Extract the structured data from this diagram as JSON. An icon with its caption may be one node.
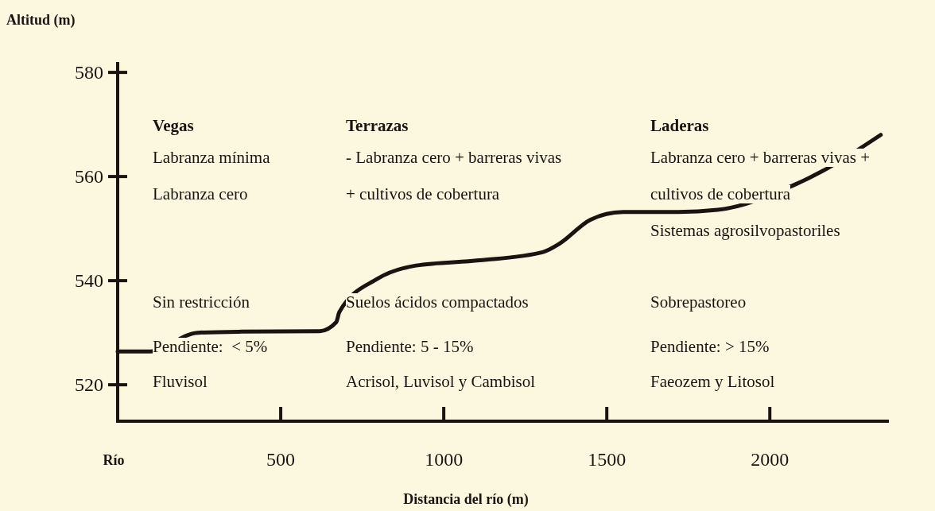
{
  "diagram": {
    "labels": [
      "Vegas",
      "Terrazas",
      "Laderas",
      "Labranza mínima",
      "- Labranza cero + barreras vivas",
      "Labranza cero + barreras vivas +",
      "Labranza cero",
      "+ cultivos de cobertura",
      "cultivos de cobertura",
      "Sistemas agrosilvopastoriles",
      "Sin restricción",
      "Suelos ácidos compactados",
      "Sobrepastoreo",
      "Pendiente:  < 5%",
      "Pendiente: 5 - 15%",
      "Pendiente: > 15%",
      "Fluvisol",
      "Acrisol, Luvisol y Cambisol",
      "Faeozem y Litosol"
    ],
    "chart_data": {
      "type": "line",
      "xlabel": "Distancia del río (m)",
      "ylabel": "Altitud (m)",
      "x": [
        0,
        100,
        245,
        380,
        620,
        670,
        680,
        795,
        915,
        1110,
        1305,
        1355,
        1450,
        1550,
        1720,
        1840,
        2075,
        2160,
        2340
      ],
      "series": [
        {
          "color": "#1a1410",
          "values": [
            526.4,
            526.4,
            530.0,
            530.2,
            530.3,
            532.0,
            534.0,
            540.3,
            542.9,
            543.9,
            545.5,
            547.1,
            551.7,
            553.2,
            553.2,
            553.6,
            558.4,
            561.0,
            568.0
          ]
        }
      ],
      "xlim": [
        0,
        2370
      ],
      "ylim": [
        513,
        582
      ],
      "xticks": [
        {
          "value": 0,
          "label": "Río"
        },
        500,
        1000,
        1500,
        2000
      ],
      "yticks": [
        520,
        540,
        560,
        580
      ]
    }
  }
}
